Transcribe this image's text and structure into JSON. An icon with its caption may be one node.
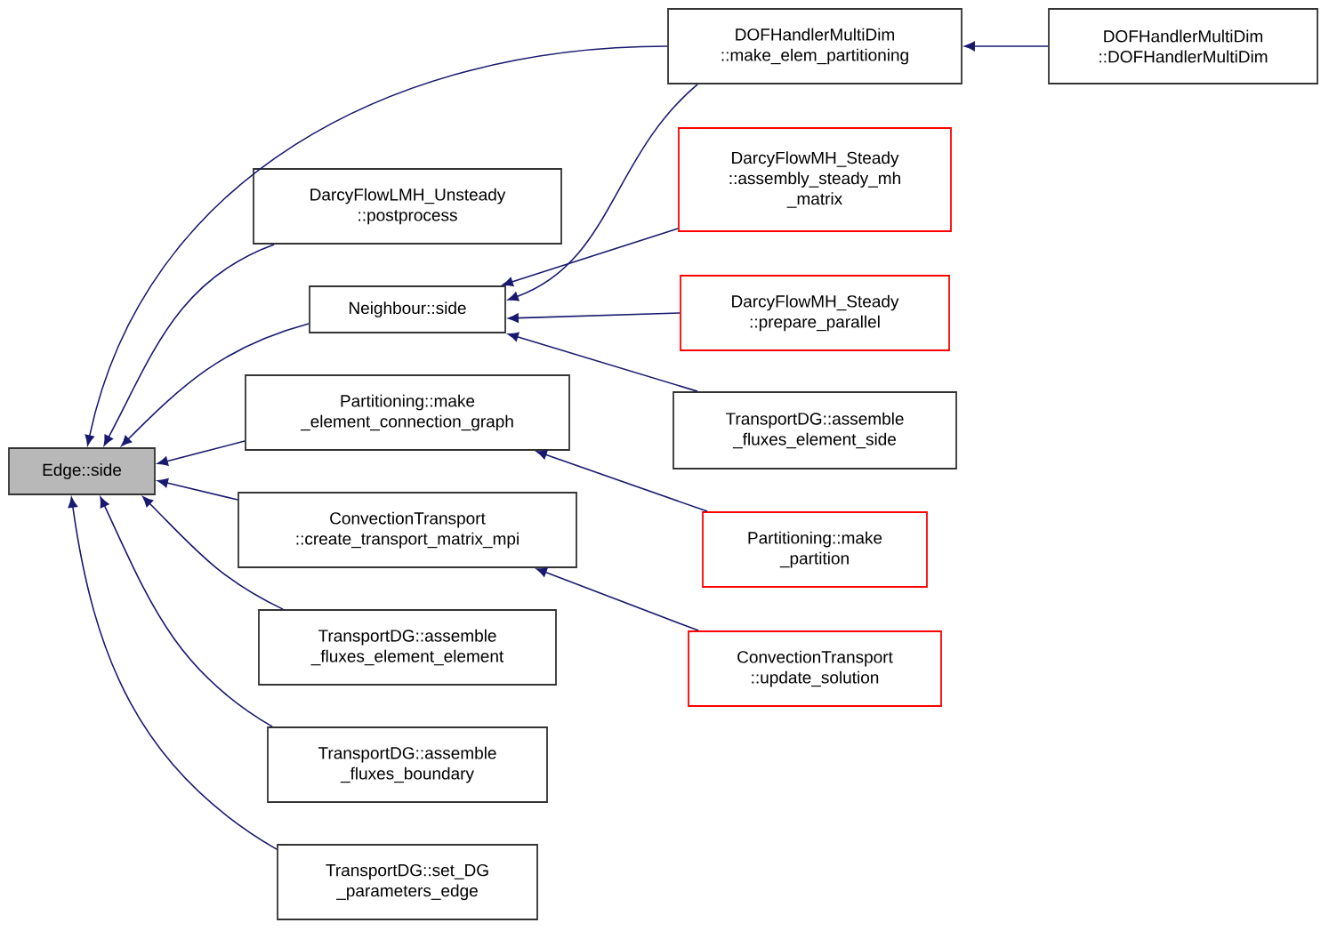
{
  "diagram": {
    "nodes": [
      {
        "text": [
          "Edge::side"
        ]
      },
      {
        "text": [
          "DOFHandlerMultiDim ::make_elem_partitioning"
        ]
      },
      {
        "text": [
          "DOFHandlerMultiDim ::DOFHandlerMultiDim"
        ]
      },
      {
        "text": [
          "DarcyFlowLMH_Unsteady ::postprocess"
        ]
      },
      {
        "text": [
          "Neighbour::side"
        ]
      },
      {
        "text": [
          "DarcyFlowMH_Steady ::assembly_steady_mh _matrix"
        ]
      },
      {
        "text": [
          "DarcyFlowMH_Steady ::prepare_parallel"
        ]
      },
      {
        "text": [
          "TransportDG::assemble _fluxes_element_side"
        ]
      },
      {
        "text": [
          "Partitioning::make _element_connection_graph"
        ]
      },
      {
        "text": [
          "Partitioning::make _partition"
        ]
      },
      {
        "text": [
          "ConvectionTransport ::create_transport_matrix_mpi"
        ]
      },
      {
        "text": [
          "ConvectionTransport ::update_solution"
        ]
      },
      {
        "text": [
          "TransportDG::assemble _fluxes_element_element"
        ]
      },
      {
        "text": [
          "TransportDG::assemble _fluxes_boundary"
        ]
      },
      {
        "text": [
          "TransportDG::set_DG _parameters_edge"
        ]
      }
    ],
    "edges": [
      {
        "from": 1,
        "to": 0,
        "arrow": "to"
      },
      {
        "from": 3,
        "to": 0,
        "arrow": "to"
      },
      {
        "from": 4,
        "to": 0,
        "arrow": "to"
      },
      {
        "from": 8,
        "to": 0,
        "arrow": "to"
      },
      {
        "from": 10,
        "to": 0,
        "arrow": "to"
      },
      {
        "from": 12,
        "to": 0,
        "arrow": "to"
      },
      {
        "from": 13,
        "to": 0,
        "arrow": "to"
      },
      {
        "from": 14,
        "to": 0,
        "arrow": "to"
      },
      {
        "from": 2,
        "to": 1,
        "arrow": "to"
      },
      {
        "from": 1,
        "to": 4,
        "arrow": "to"
      },
      {
        "from": 5,
        "to": 4,
        "arrow": "to"
      },
      {
        "from": 6,
        "to": 4,
        "arrow": "to"
      },
      {
        "from": 7,
        "to": 4,
        "arrow": "to"
      },
      {
        "from": 9,
        "to": 8,
        "arrow": "to"
      },
      {
        "from": 11,
        "to": 10,
        "arrow": "to"
      }
    ]
  }
}
